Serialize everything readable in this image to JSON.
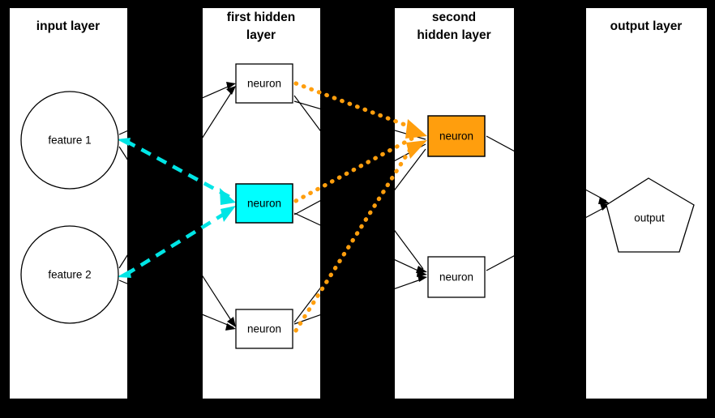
{
  "diagram": {
    "title": "neural network layers diagram",
    "background_color": "#000000",
    "panel_color": "#ffffff",
    "accent_cyan": "#00ffff",
    "accent_orange": "#ff9e0d",
    "layers": [
      {
        "id": "input",
        "title": "input layer",
        "title_lines": [
          "input layer"
        ],
        "nodes": [
          {
            "id": "feature-1",
            "label": "feature 1",
            "shape": "circle",
            "fill": "#ffffff"
          },
          {
            "id": "feature-2",
            "label": "feature 2",
            "shape": "circle",
            "fill": "#ffffff"
          }
        ]
      },
      {
        "id": "hidden-1",
        "title": "first hidden layer",
        "title_lines": [
          "first hidden",
          "layer"
        ],
        "nodes": [
          {
            "id": "h1-top",
            "label": "neuron",
            "shape": "rect",
            "fill": "#ffffff"
          },
          {
            "id": "h1-mid",
            "label": "neuron",
            "shape": "rect",
            "fill": "#00ffff"
          },
          {
            "id": "h1-bottom",
            "label": "neuron",
            "shape": "rect",
            "fill": "#ffffff"
          }
        ]
      },
      {
        "id": "hidden-2",
        "title": "second hidden layer",
        "title_lines": [
          "second",
          "hidden layer"
        ],
        "nodes": [
          {
            "id": "h2-top",
            "label": "neuron",
            "shape": "rect",
            "fill": "#ff9e0d"
          },
          {
            "id": "h2-bottom",
            "label": "neuron",
            "shape": "rect",
            "fill": "#ffffff"
          }
        ]
      },
      {
        "id": "output",
        "title": "output layer",
        "title_lines": [
          "output layer"
        ],
        "nodes": [
          {
            "id": "output-node",
            "label": "output",
            "shape": "pentagon",
            "fill": "#ffffff"
          }
        ]
      }
    ],
    "highlighted_edges": {
      "cyan": {
        "style": "dashed-bidirectional",
        "color": "#00e5e5",
        "from": [
          "feature-1",
          "feature-2"
        ],
        "to": "h1-mid"
      },
      "orange": {
        "style": "dotted",
        "color": "#ff9e0d",
        "from": [
          "h1-top",
          "h1-mid",
          "h1-bottom"
        ],
        "to": "h2-top"
      }
    }
  }
}
